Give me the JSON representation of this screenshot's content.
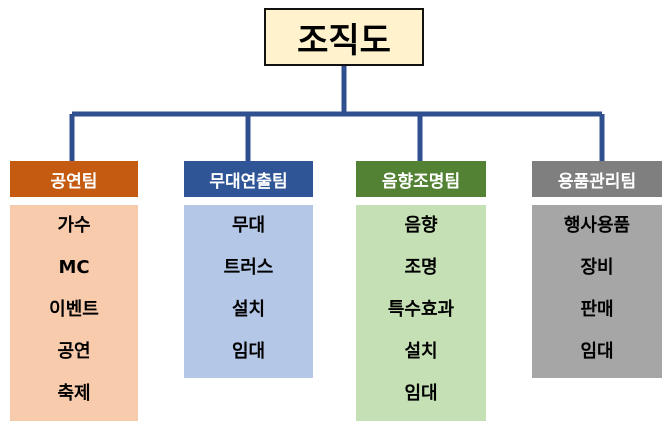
{
  "title": "조직도",
  "colors": {
    "title_bg": "#fff2cc",
    "line": "#2f4f8f"
  },
  "teams": [
    {
      "name": "공연팀",
      "header_color": "#c55a11",
      "body_color": "#f8cbad",
      "items": [
        "가수",
        "MC",
        "이벤트",
        "공연",
        "축제"
      ]
    },
    {
      "name": "무대연출팀",
      "header_color": "#2f5597",
      "body_color": "#b4c7e7",
      "items": [
        "무대",
        "트러스",
        "설치",
        "임대"
      ]
    },
    {
      "name": "음향조명팀",
      "header_color": "#548235",
      "body_color": "#c5e0b4",
      "items": [
        "음향",
        "조명",
        "특수효과",
        "설치",
        "임대"
      ]
    },
    {
      "name": "용품관리팀",
      "header_color": "#7f7f7f",
      "body_color": "#a6a6a6",
      "items": [
        "행사용품",
        "장비",
        "판매",
        "임대"
      ]
    }
  ]
}
